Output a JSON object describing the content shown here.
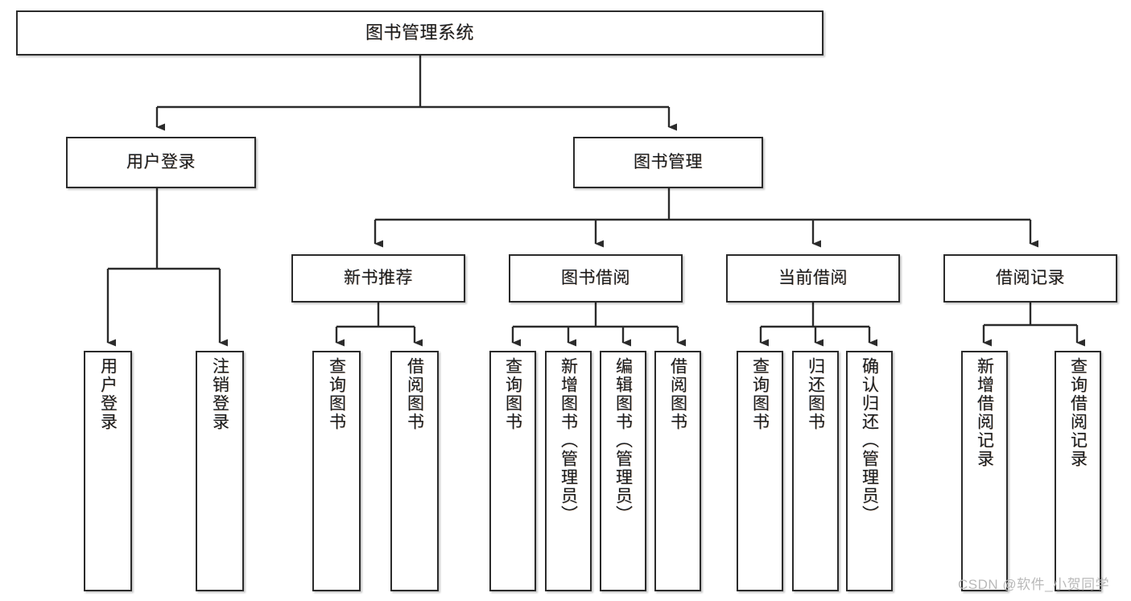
{
  "diagram": {
    "type": "tree-hierarchy-chart",
    "title": "图书管理系统",
    "background_color": "#ffffff",
    "node_border_color": "#2b2b2b",
    "connector_color": "#2b2b2b",
    "levels": 4
  },
  "nodes": {
    "root": {
      "id": "root",
      "label": "图书管理系统"
    },
    "level2": [
      {
        "id": "user-login",
        "label": "用户登录"
      },
      {
        "id": "book-manage",
        "label": "图书管理"
      }
    ],
    "level3": [
      {
        "id": "new-book-rec",
        "label": "新书推荐"
      },
      {
        "id": "book-borrow",
        "label": "图书借阅"
      },
      {
        "id": "current-borrow",
        "label": "当前借阅"
      },
      {
        "id": "borrow-record",
        "label": "借阅记录"
      }
    ],
    "leaves": {
      "user_login": [
        {
          "id": "leaf-user-login",
          "label": "用户登录"
        },
        {
          "id": "leaf-logout",
          "label": "注销登录"
        }
      ],
      "new_book_rec": [
        {
          "id": "leaf-query-book-1",
          "label": "查询图书"
        },
        {
          "id": "leaf-borrow-book-1",
          "label": "借阅图书"
        }
      ],
      "book_borrow": [
        {
          "id": "leaf-query-book-2",
          "label": "查询图书"
        },
        {
          "id": "leaf-add-book",
          "label": "新增图书（管理员）"
        },
        {
          "id": "leaf-edit-book",
          "label": "编辑图书（管理员）"
        },
        {
          "id": "leaf-borrow-book-2",
          "label": "借阅图书"
        }
      ],
      "current_borrow": [
        {
          "id": "leaf-query-book-3",
          "label": "查询图书"
        },
        {
          "id": "leaf-return-book",
          "label": "归还图书"
        },
        {
          "id": "leaf-confirm-return",
          "label": "确认归还（管理员）"
        }
      ],
      "borrow_record": [
        {
          "id": "leaf-add-record",
          "label": "新增借阅记录"
        },
        {
          "id": "leaf-query-record",
          "label": "查询借阅记录"
        }
      ]
    }
  },
  "watermark": {
    "text": "CSDN @软件_小贺同学"
  }
}
